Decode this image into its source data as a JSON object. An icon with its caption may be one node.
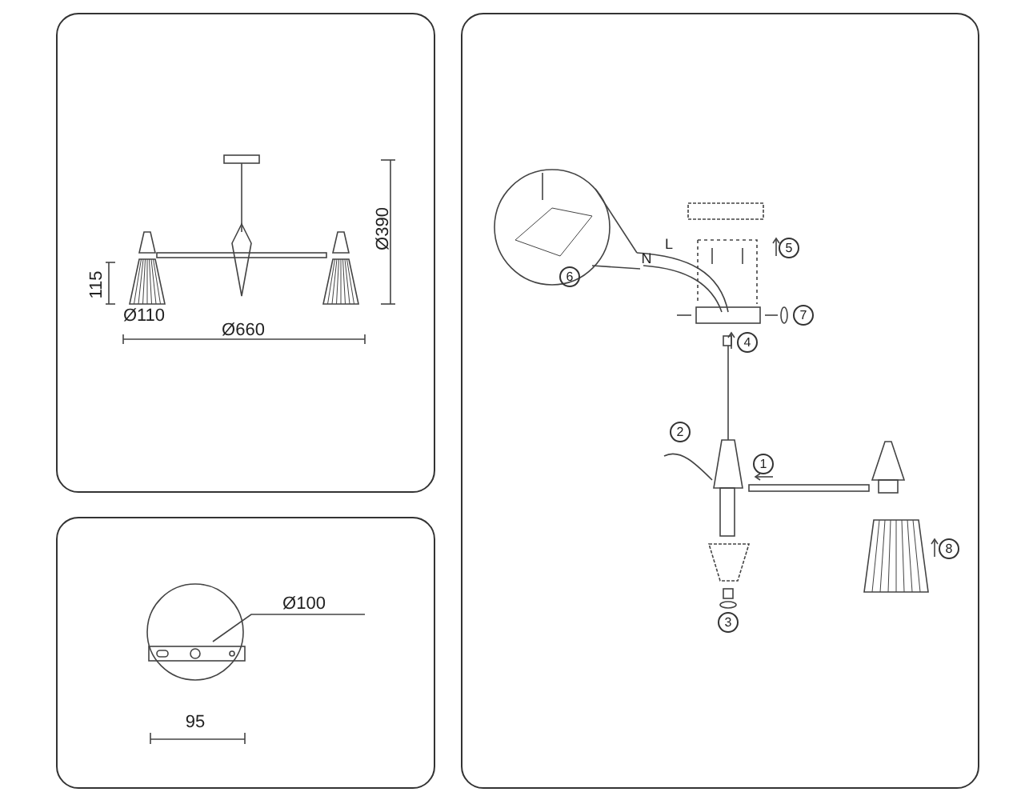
{
  "diagram": {
    "labels": [
      "Ø390",
      "115",
      "Ø110",
      "Ø660",
      "Ø100",
      "95",
      "L",
      "N",
      "6",
      "5",
      "7",
      "4",
      "2",
      "1",
      "8",
      "3"
    ]
  }
}
